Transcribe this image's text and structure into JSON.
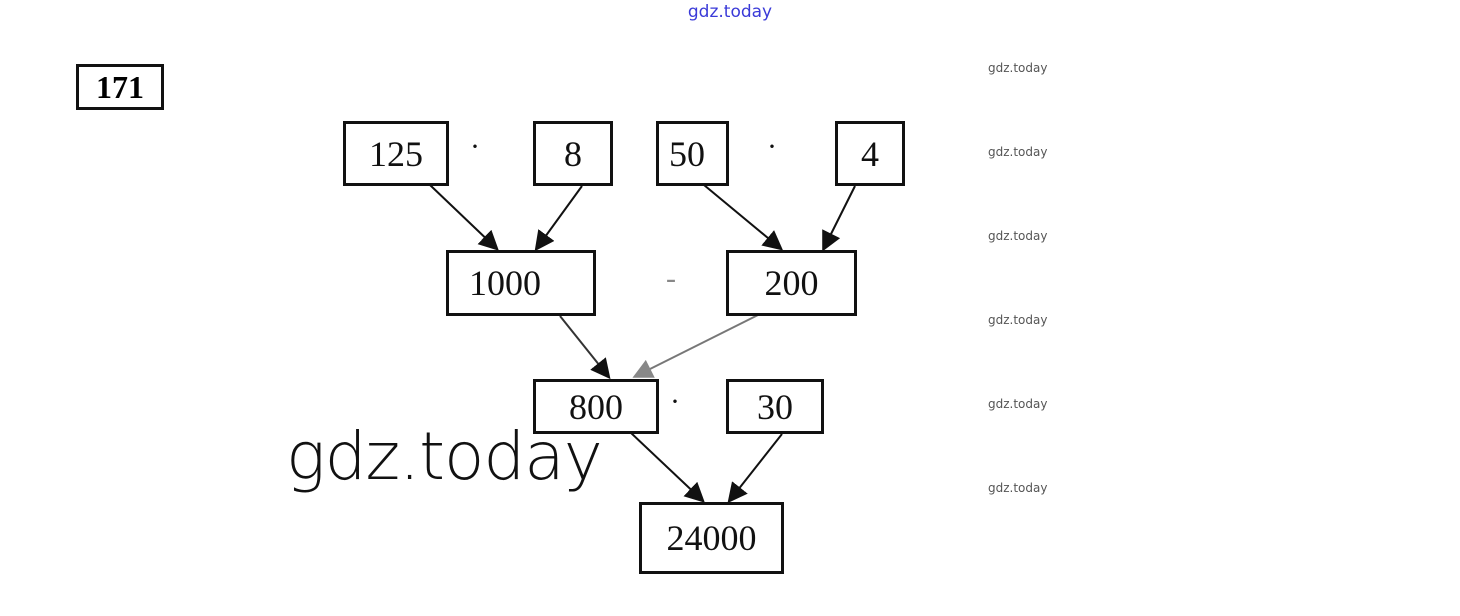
{
  "header": {
    "watermark": "gdz.today"
  },
  "problem_number": "171",
  "diagram": {
    "row1": {
      "a": "125",
      "op1": "·",
      "b": "8",
      "c": "50",
      "op2": "·",
      "d": "4"
    },
    "row2": {
      "a": "1000",
      "op": "-",
      "b": "200"
    },
    "row3": {
      "a": "800",
      "op": "·",
      "b": "30"
    },
    "result": "24000"
  },
  "watermarks": {
    "large": "gdz.today",
    "side": [
      "gdz.today",
      "gdz.today",
      "gdz.today",
      "gdz.today",
      "gdz.today",
      "gdz.today"
    ]
  }
}
